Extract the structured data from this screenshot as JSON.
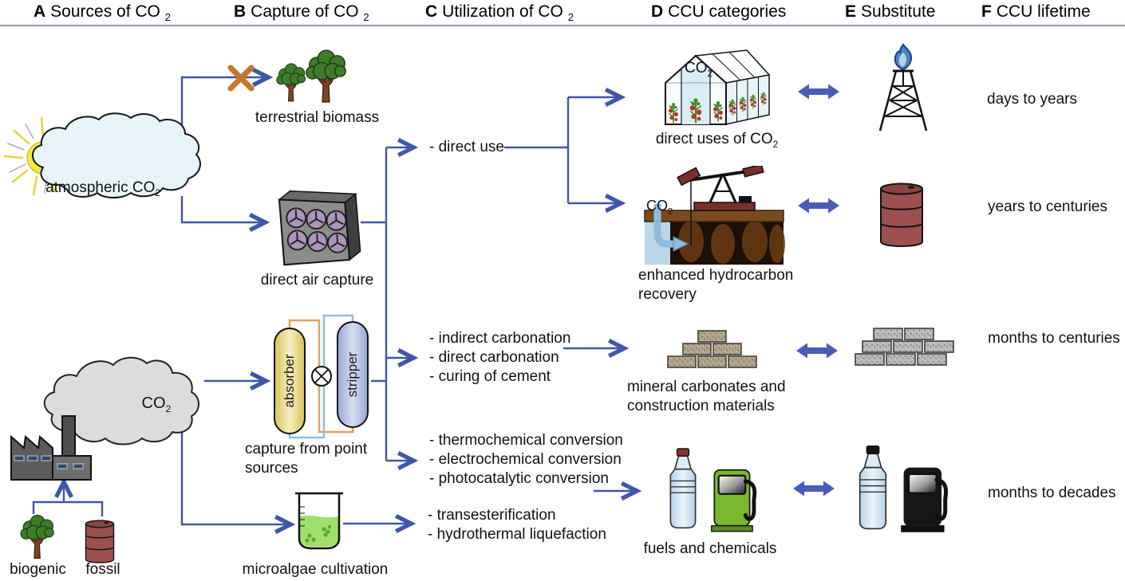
{
  "colors": {
    "arrow": "#4056a8",
    "double_arrow": "#4a5cb8",
    "cross": "#c8762c",
    "header_rule": "#8f9bb8",
    "green_pump": "#79b92e",
    "black_pump": "#161616",
    "red_cap": "#8a2f2f",
    "black_cap": "#141414"
  },
  "header": {
    "sections": [
      {
        "letter": "A",
        "title": "Sources of CO",
        "sub": "2"
      },
      {
        "letter": "B",
        "title": "Capture of CO",
        "sub": "2"
      },
      {
        "letter": "C",
        "title": "Utilization of CO",
        "sub": "2"
      },
      {
        "letter": "D",
        "title": "CCU categories",
        "sub": ""
      },
      {
        "letter": "E",
        "title": "Substitute",
        "sub": ""
      },
      {
        "letter": "F",
        "title": "CCU lifetime",
        "sub": ""
      }
    ]
  },
  "sources": {
    "atmospheric": {
      "label": "atmospheric CO",
      "sub": "2"
    },
    "flue": {
      "label": "CO",
      "sub": "2"
    },
    "biogenic": "biogenic",
    "fossil": "fossil"
  },
  "capture": {
    "terrestrial": "terrestrial biomass",
    "dac": "direct air capture",
    "point": {
      "line1": "capture from point",
      "line2": "sources",
      "absorber": "absorber",
      "stripper": "stripper"
    },
    "microalgae": "microalgae cultivation"
  },
  "utilization": {
    "direct_use": "- direct use",
    "carbonation": [
      "- indirect carbonation",
      "- direct carbonation",
      "- curing of cement"
    ],
    "conversion": [
      "- thermochemical conversion",
      "- electrochemical conversion",
      "- photocatalytic conversion"
    ],
    "biomass": [
      "- transesterification",
      "- hydrothermal liquefaction"
    ]
  },
  "categories": {
    "greenhouse": {
      "co2": "CO",
      "sub": "2",
      "label": "direct uses of CO",
      "label_sub": "2"
    },
    "ehr": {
      "co2": "CO",
      "sub": "2",
      "line1": "enhanced hydrocarbon",
      "line2": "recovery"
    },
    "minerals": {
      "line1": "mineral carbonates and",
      "line2": "construction materials"
    },
    "fuels": {
      "label": "fuels and chemicals"
    }
  },
  "lifetimes": [
    "days to years",
    "years to centuries",
    "months to centuries",
    "months to decades"
  ]
}
